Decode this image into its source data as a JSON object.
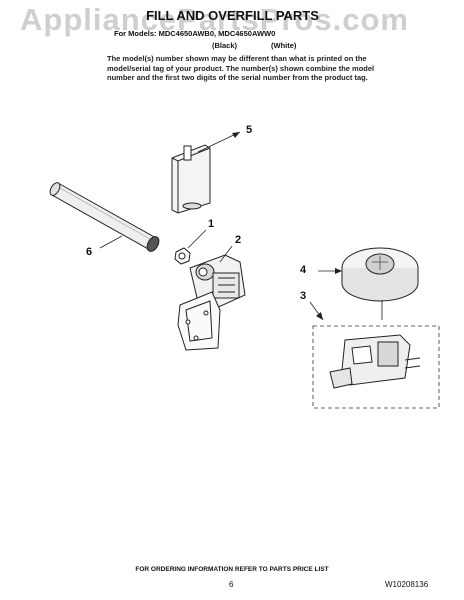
{
  "watermark": "AppliancePartsPros.com",
  "title": "FILL AND OVERFILL PARTS",
  "models_line": "For Models: MDC4650AWB0, MDC4650AWW0",
  "variants": [
    "(Black)",
    "(White)"
  ],
  "note": "The model(s) number shown may be different than what is printed on the model/serial tag of your product. The number(s) shown combine the model number and the first two digits of the serial number from the product tag.",
  "callouts": [
    "1",
    "2",
    "3",
    "4",
    "5",
    "6"
  ],
  "footer": {
    "order_info": "FOR ORDERING INFORMATION REFER TO PARTS PRICE LIST",
    "page_number": "6",
    "doc_number": "W10208136"
  }
}
